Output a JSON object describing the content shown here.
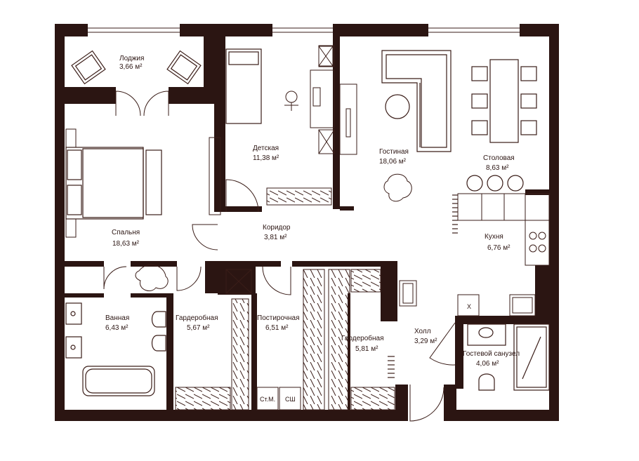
{
  "colors": {
    "wall": "#2b1512",
    "line": "#3a1d18",
    "background": "#ffffff"
  },
  "rooms": [
    {
      "id": "loggia",
      "name": "Лоджия",
      "area": "3,66 м²"
    },
    {
      "id": "bedroom",
      "name": "Спальня",
      "area": "18,63 м²"
    },
    {
      "id": "kids",
      "name": "Детская",
      "area": "11,38 м²"
    },
    {
      "id": "living",
      "name": "Гостиная",
      "area": "18,06 м²"
    },
    {
      "id": "dining",
      "name": "Столовая",
      "area": "8,63 м²"
    },
    {
      "id": "corridor",
      "name": "Коридор",
      "area": "3,81 м²"
    },
    {
      "id": "kitchen",
      "name": "Кухня",
      "area": "6,76 м²"
    },
    {
      "id": "bath",
      "name": "Ванная",
      "area": "6,43 м²"
    },
    {
      "id": "wardrobe1",
      "name": "Гардеробная",
      "area": "5,67 м²"
    },
    {
      "id": "laundry",
      "name": "Постирочная",
      "area": "6,51 м²"
    },
    {
      "id": "wardrobe2",
      "name": "Гардеробная",
      "area": "5,81 м²"
    },
    {
      "id": "hall",
      "name": "Холл",
      "area": "3,29 м²"
    },
    {
      "id": "guestwc",
      "name": "Гостевой санузел",
      "area": "4,06 м²"
    }
  ],
  "appliances": {
    "washer": "Ст.М.",
    "dryer": "СШ",
    "fridge_mark": "X"
  }
}
